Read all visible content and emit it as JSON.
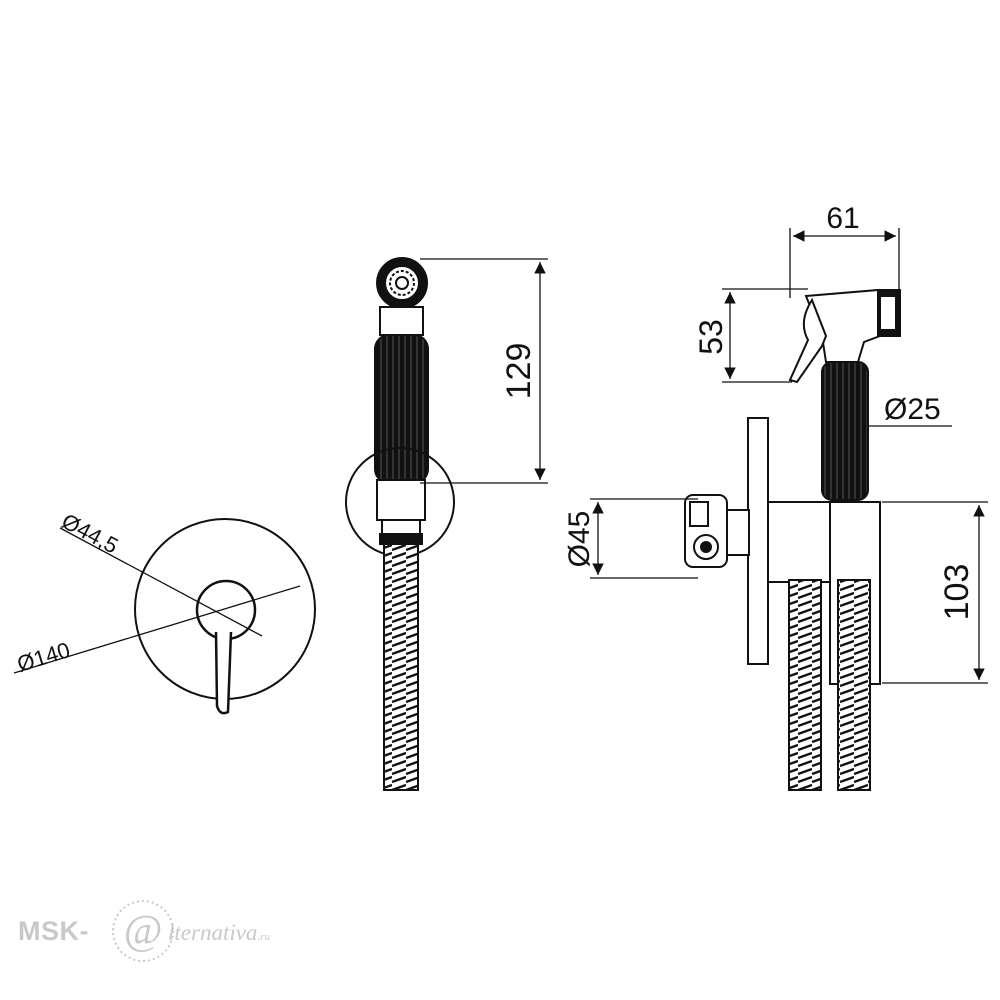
{
  "drawing": {
    "dimensions": {
      "plate_diameter": "Ø140",
      "knob_diameter": "Ø44,5",
      "spray_head_height": "129",
      "side_width": "61",
      "head_height": "53",
      "handle_diameter": "Ø25",
      "bracket_diameter": "Ø45",
      "total_depth": "103"
    }
  },
  "watermark": {
    "brand_left": "MSK-",
    "brand_at": "@",
    "brand_right": "lternativa",
    "brand_tld": ".ru"
  },
  "colors": {
    "line": "#111111",
    "watermark": "#c9c9c9"
  }
}
